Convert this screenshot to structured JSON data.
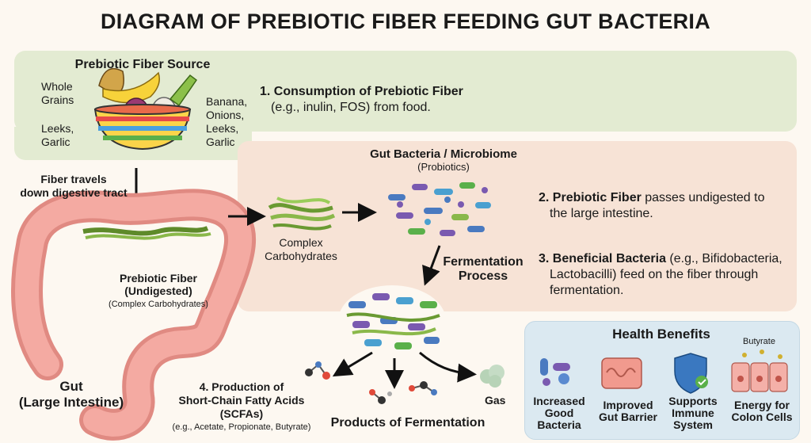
{
  "title": "DIAGRAM OF PREBIOTIC FIBER FEEDING GUT BACTERIA",
  "source": {
    "heading": "Prebiotic Fiber Source",
    "left_top": [
      "Whole",
      "Grains"
    ],
    "left_bottom": [
      "Leeks,",
      "Garlic"
    ],
    "right": [
      "Banana,",
      "Onions,",
      "Leeks,",
      "Garlic"
    ]
  },
  "step1": {
    "title": "1. Consumption of Prebiotic Fiber",
    "text": "(e.g., inulin, FOS) from food."
  },
  "travel": [
    "Fiber travels",
    "down digestive tract"
  ],
  "microbiome": {
    "title": "Gut Bacteria / Microbiome",
    "sub": "(Probiotics)"
  },
  "complex_carbs": [
    "Complex",
    "Carbohydrates"
  ],
  "step2": {
    "bold": "2. Prebiotic Fiber",
    "rest": " passes undigested to",
    "line2": "the large intestine."
  },
  "step3": {
    "bold": "3. Beneficial Bacteria",
    "rest": " (e.g., Bifidobacteria,",
    "line2": "Lactobacilli) feed on the fiber through",
    "line3": "fermentation."
  },
  "fermentation": [
    "Fermentation",
    "Process"
  ],
  "undigested": {
    "line1": "Prebiotic Fiber",
    "line2": "(Undigested)",
    "line3": "(Complex Carbohydrates)"
  },
  "gut": [
    "Gut",
    "(Large Intestine)"
  ],
  "step4": {
    "line1": "4. Production of",
    "line2": "Short-Chain Fatty Acids (SCFAs)",
    "line3": "(e.g., Acetate, Propionate, Butyrate)"
  },
  "gas": "Gas",
  "products": "Products of Fermentation",
  "benefits": {
    "heading": "Health Benefits",
    "butyrate": "Butyrate",
    "items": [
      [
        "Increased",
        "Good",
        "Bacteria"
      ],
      [
        "Improved",
        "Gut Barrier"
      ],
      [
        "Supports",
        "Immune",
        "System"
      ],
      [
        "Energy for",
        "Colon Cells"
      ]
    ]
  },
  "colors": {
    "green_panel": "#e3ebd2",
    "peach_panel": "#f7e3d6",
    "blue_panel": "#dbe9f1",
    "intestine": "#ee9c95",
    "fiber": "#7aa63f"
  }
}
